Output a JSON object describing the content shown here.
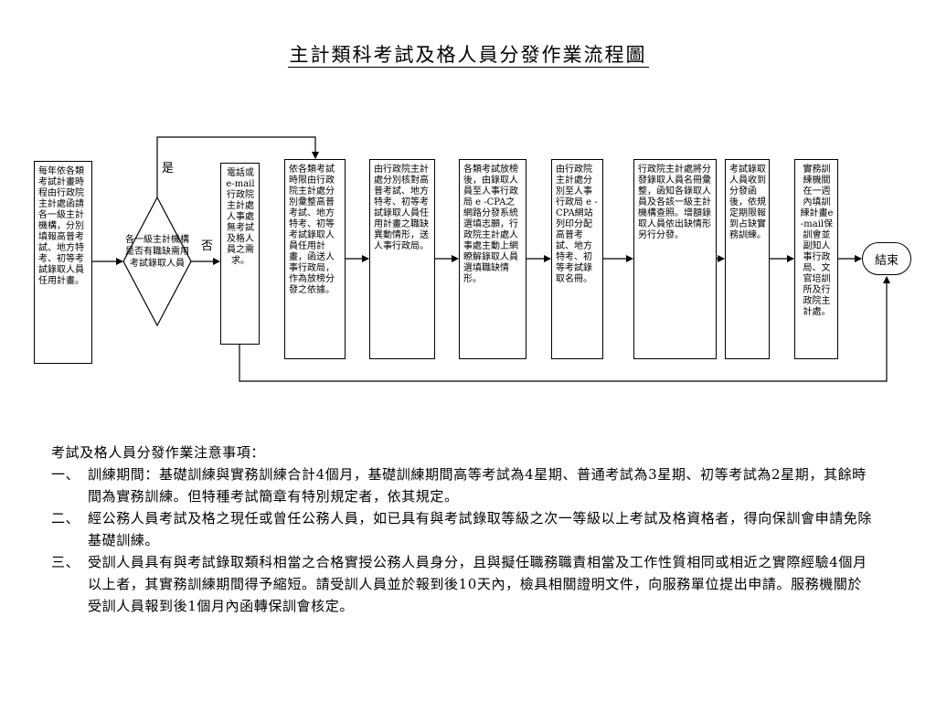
{
  "title": "主計類科考試及格人員分發作業流程圖",
  "flow": {
    "start_box": "每年依各類考試計畫時程由行政院主計處函請各一級主計機構，分別填報高普考試、地方特考、初等考試錄取人員任用計畫。",
    "decision": "各一級主計機構是否有職缺需用考試錄取人員",
    "label_yes": "是",
    "label_no": "否",
    "no_branch_box": "電話或e-mail行政院主計處人事處無考試及格人員之需求。",
    "steps": [
      "依各類考試時限由行政院主計處分別彙整高普考試、地方特考、初等考試錄取人員任用計畫，函送人事行政局，作為放榜分發之依據。",
      "由行政院主計處分別核對高普考試、地方特考、初等考試錄取人員任用計畫之職缺異動情形，送人事行政局。",
      "各類考試放榜後，由錄取人員至人事行政局 e -CPA之網路分發系統選填志願，行政院主計處人事處主動上網瞭解錄取人員選填職缺情形。",
      "由行政院主計處分別至人事行政局 e -CPA網站列印分配高普考試、地方特考、初等考試錄取名冊。",
      "行政院主計處將分發錄取人員名冊彙整，函知各錄取人員及各該一級主計機構查照。增額錄取人員依出缺情形另行分發。",
      "考試錄取人員收到分發函後，依規定期限報到占缺實務訓練。",
      "實務訓練機關在一週內填訓練計畫e-mail保訓會並副知人事行政局、文官培訓所及行政院主計處。"
    ],
    "end": "結束"
  },
  "notes": {
    "heading": "考試及格人員分發作業注意事項：",
    "items": [
      {
        "num": "一、",
        "text": "訓練期間：基礎訓練與實務訓練合計4個月，基礎訓練期間高等考試為4星期、普通考試為3星期、初等考試為2星期，其餘時間為實務訓練。但特種考試簡章有特別規定者，依其規定。"
      },
      {
        "num": "二、",
        "text": "經公務人員考試及格之現任或曾任公務人員，如已具有與考試錄取等級之次一等級以上考試及格資格者，得向保訓會申請免除基礎訓練。"
      },
      {
        "num": "三、",
        "text": "受訓人員具有與考試錄取類科相當之合格實授公務人員身分，且與擬任職務職責相當及工作性質相同或相近之實際經驗4個月以上者，其實務訓練期間得予縮短。請受訓人員並於報到後10天內，檢具相關證明文件，向服務單位提出申請。服務機關於受訓人員報到後1個月內函轉保訓會核定。"
      }
    ]
  }
}
